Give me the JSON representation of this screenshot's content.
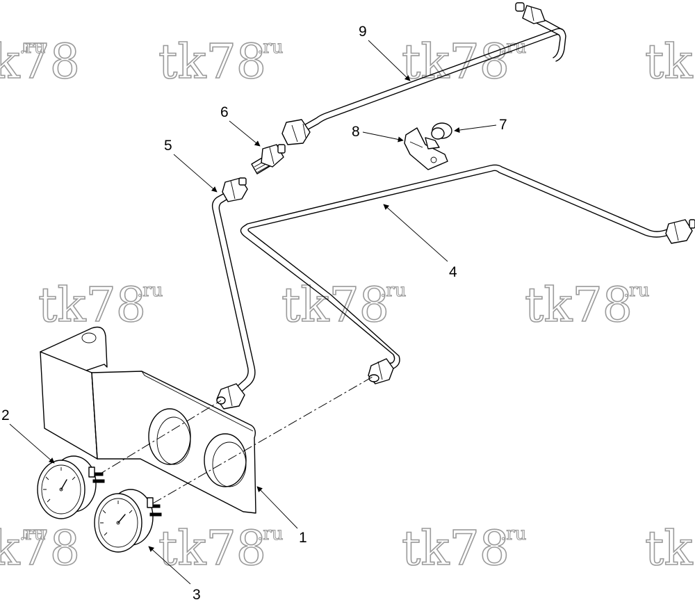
{
  "watermark": {
    "main": "tk78",
    "suffix": ".ru"
  },
  "callouts": [
    {
      "id": "1",
      "label": "1"
    },
    {
      "id": "2",
      "label": "2"
    },
    {
      "id": "3",
      "label": "3"
    },
    {
      "id": "4",
      "label": "4"
    },
    {
      "id": "5",
      "label": "5"
    },
    {
      "id": "6",
      "label": "6"
    },
    {
      "id": "7",
      "label": "7"
    },
    {
      "id": "8",
      "label": "8"
    },
    {
      "id": "9",
      "label": "9"
    }
  ]
}
